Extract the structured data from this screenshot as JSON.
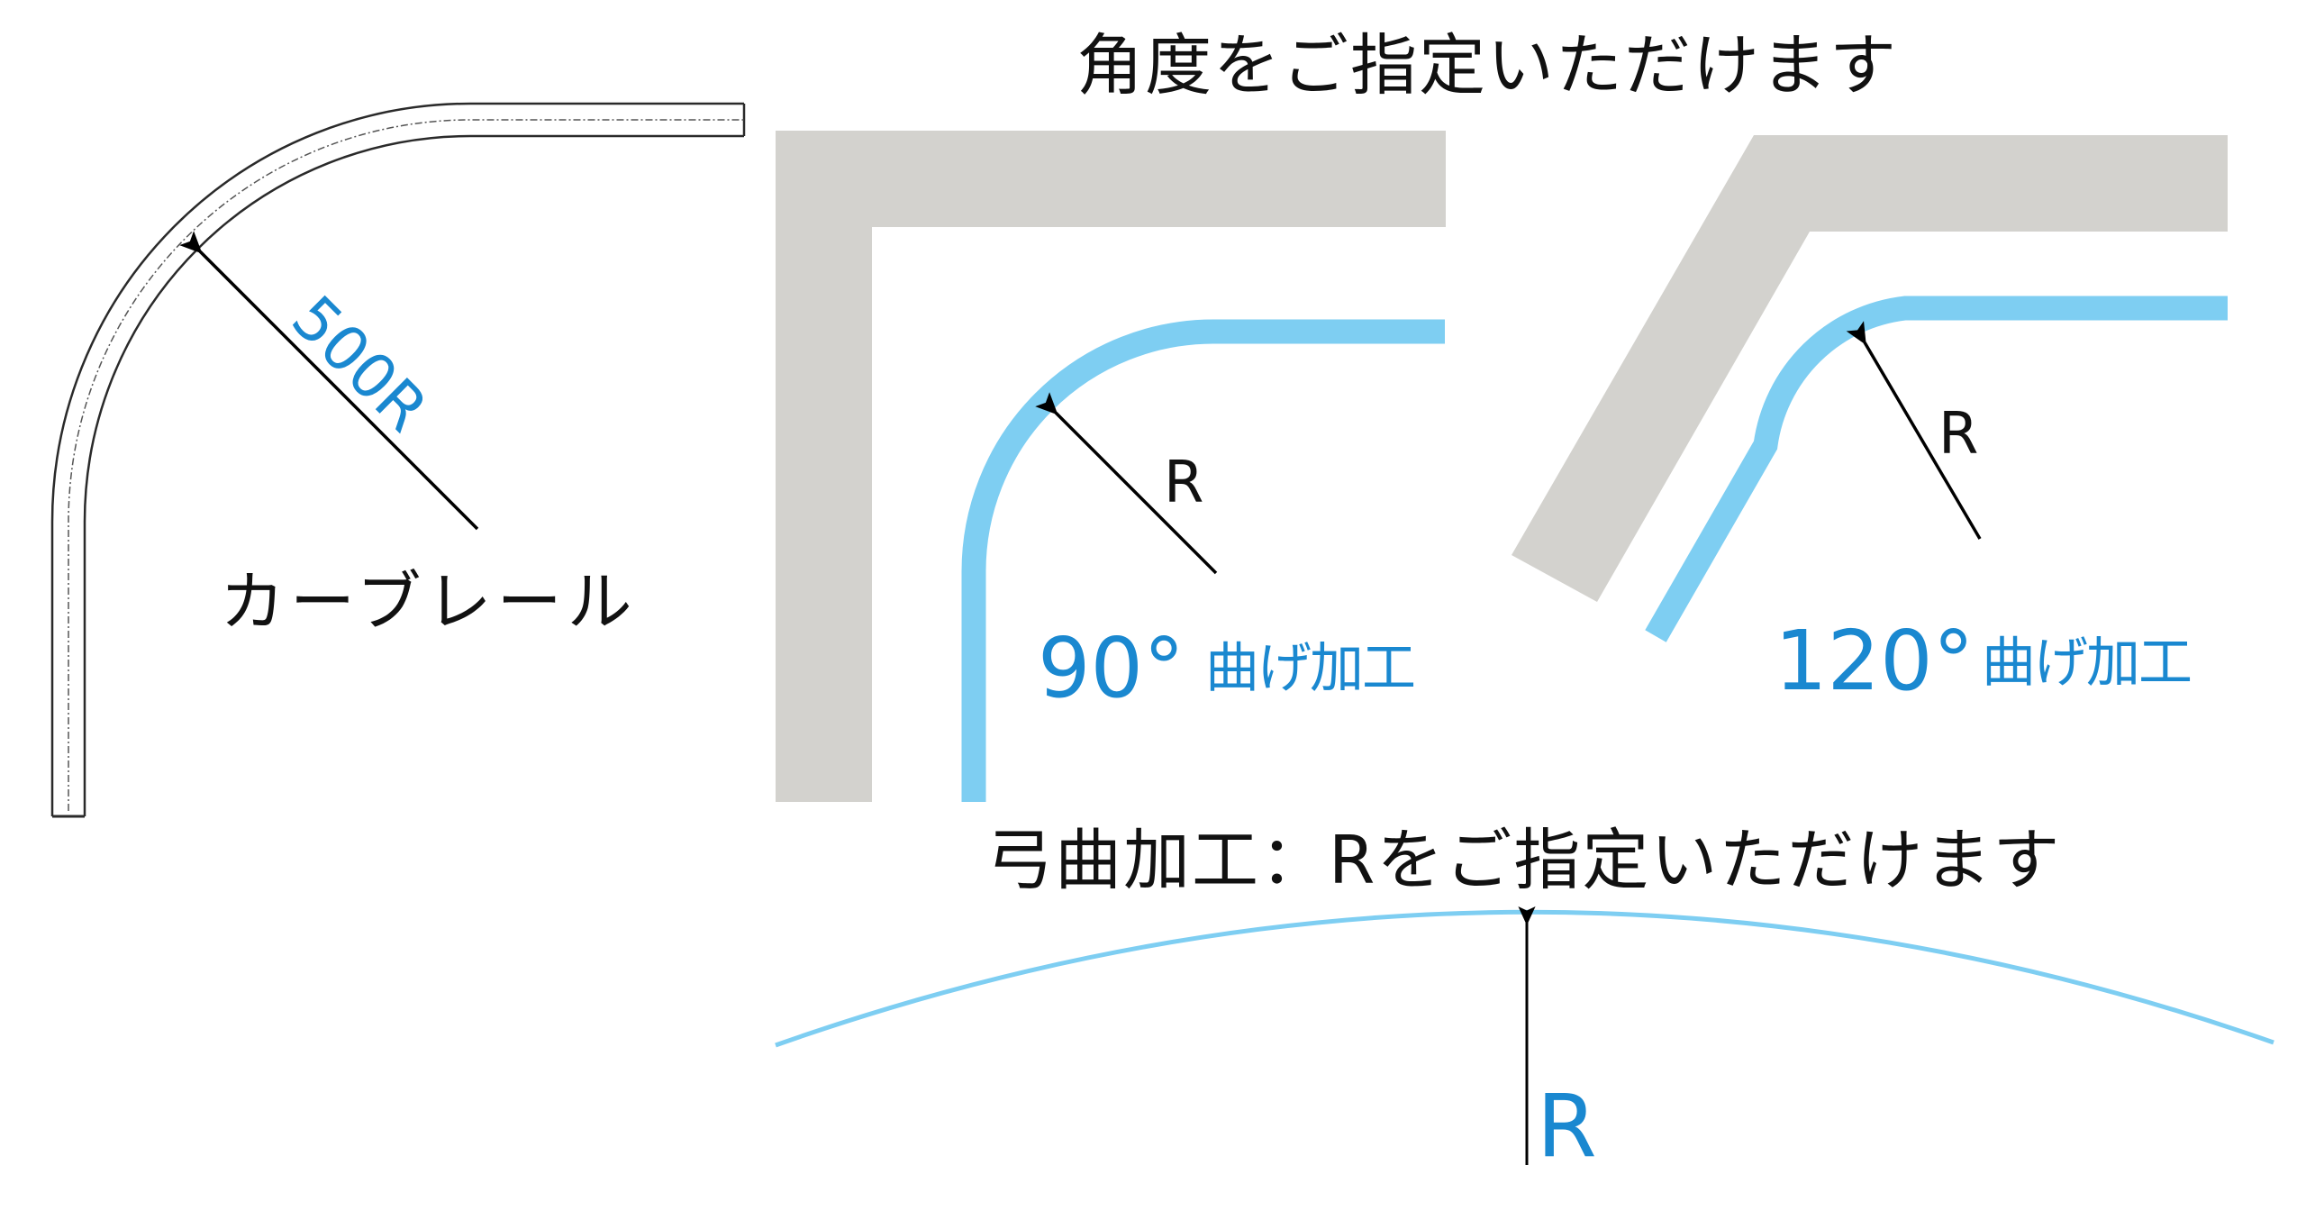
{
  "colors": {
    "background": "#ffffff",
    "wall_gray": "#d3d2ce",
    "rail_blue": "#7ecef2",
    "text_blue": "#1a88d0",
    "text_black": "#111111",
    "rail_outline": "#2a2a2a"
  },
  "left_panel": {
    "radius_label": "500R",
    "caption": "カーブレール"
  },
  "angle_section": {
    "title": "角度をご指定いただけます",
    "panels": [
      {
        "angle_label": "90°",
        "process_label": "曲げ加工",
        "radius_label": "R"
      },
      {
        "angle_label": "120°",
        "process_label": "曲げ加工",
        "radius_label": "R"
      }
    ]
  },
  "arc_section": {
    "title": "弓曲加工：Rをご指定いただけます",
    "radius_label": "R"
  }
}
